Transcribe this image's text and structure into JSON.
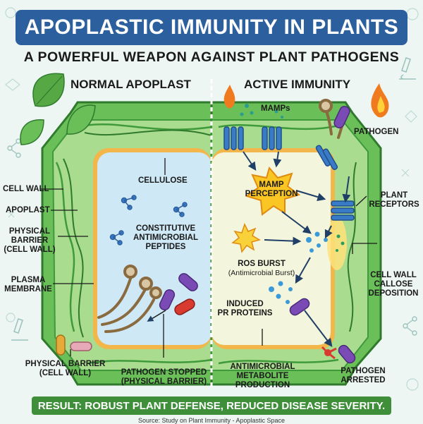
{
  "title": "APOPLASTIC IMMUNITY IN PLANTS",
  "subtitle": "A POWERFUL WEAPON AGAINST PLANT PATHOGENS",
  "left_panel": {
    "heading": "NORMAL APOPLAST",
    "cellulose": "CELLULOSE",
    "peptides": [
      "CONSTITUTIVE",
      "ANTIMICROBIAL",
      "PEPTIDES"
    ],
    "cell_wall": "CELL WALL",
    "apoplast": "APOPLAST",
    "physical_barrier": [
      "PHYSICAL",
      "BARRIER",
      "(CELL WALL)"
    ],
    "plasma_membrane": [
      "PLASMA",
      "MEMBRANE"
    ],
    "bottom_barrier": [
      "PHYSICAL BARRIER",
      "(CELL WALL)"
    ],
    "pathogen_stopped": [
      "PATHOGEN STOPPED",
      "(PHYSICAL BARRIER)"
    ]
  },
  "right_panel": {
    "heading": "ACTIVE IMMUNITY",
    "mamps": "MAMPs",
    "pathogen": "PATHOGEN",
    "mamp_perception": [
      "MAMP",
      "PERCEPTION"
    ],
    "plant_receptors": [
      "PLANT",
      "RECEPTORS"
    ],
    "ros_burst": "ROS BURST",
    "ros_sub": "(Antimicrobial Burst)",
    "cell_wall_callose": [
      "CELL WALL",
      "CALLOSE",
      "DEPOSITION"
    ],
    "induced_pr": [
      "INDUCED",
      "PR PROTEINS"
    ],
    "antimicrobial": [
      "ANTIMICROBIAL",
      "METABOLITE",
      "PRODUCTION"
    ],
    "pathogen_arrested": [
      "PATHOGEN",
      "ARRESTED"
    ]
  },
  "result": "RESULT: ROBUST PLANT DEFENSE, REDUCED DISEASE SEVERITY.",
  "source": "Source: Study on Plant Immunity - Apoplastic Space",
  "colors": {
    "banner": "#2c5f9e",
    "cell_wall_green": "#3f9a3c",
    "wall_light": "#8fd07a",
    "membrane": "#e6a93a",
    "cytoplasm_left": "#cfe8f5",
    "cytoplasm_right": "#f3f6dc",
    "receptor_blue": "#3a7bc8",
    "pathogen_purple": "#7b4bb5",
    "pathogen_red": "#d93a2f",
    "result_green": "#3f8f3a"
  },
  "icons": [
    "leaf-icon",
    "flame-icon",
    "receptor-icon",
    "pathogen-icon",
    "ros-star-icon",
    "microscope-icon",
    "molecule-icon"
  ]
}
